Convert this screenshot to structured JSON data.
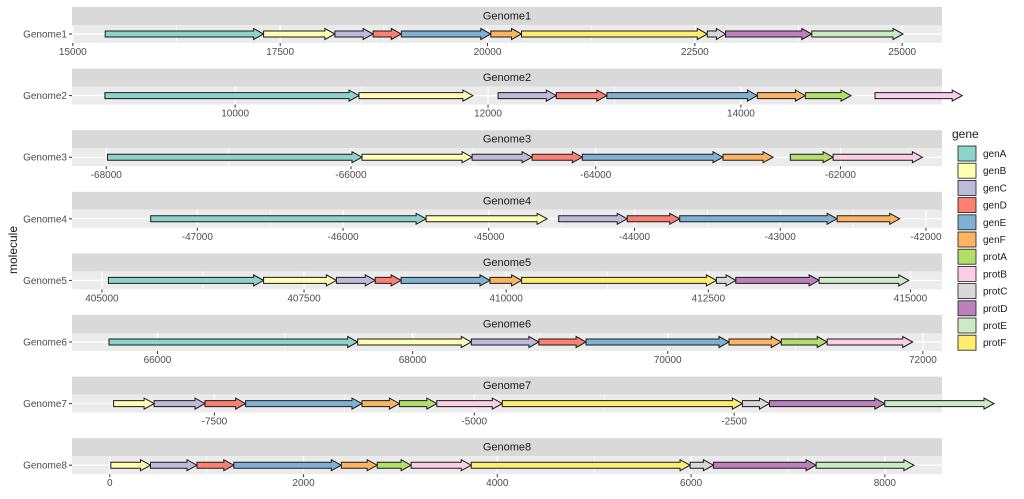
{
  "chart_data": {
    "type": "gene-arrow-map",
    "ylabel": "molecule",
    "legend_title": "gene",
    "legend_position": "right",
    "grid": true,
    "genes": [
      {
        "name": "genA",
        "color": "#8DD3C7"
      },
      {
        "name": "genB",
        "color": "#FFFFB3"
      },
      {
        "name": "genC",
        "color": "#BEBADA"
      },
      {
        "name": "genD",
        "color": "#FB8072"
      },
      {
        "name": "genE",
        "color": "#80B1D3"
      },
      {
        "name": "genF",
        "color": "#FDB462"
      },
      {
        "name": "protA",
        "color": "#B3DE69"
      },
      {
        "name": "protB",
        "color": "#FCCDE5"
      },
      {
        "name": "protC",
        "color": "#D9D9D9"
      },
      {
        "name": "protD",
        "color": "#BC80BD"
      },
      {
        "name": "protE",
        "color": "#CCEBC5"
      },
      {
        "name": "protF",
        "color": "#FFED6F"
      }
    ],
    "panels": [
      {
        "molecule": "Genome1",
        "xlim": [
          14990,
          25480
        ],
        "ticks": [
          15000,
          17500,
          20000,
          22500,
          25000
        ],
        "tick_labels": [
          "15000",
          "17500",
          "20000",
          "22500",
          "25000"
        ],
        "genes": [
          {
            "gene": "genA",
            "start": 15390,
            "end": 17300
          },
          {
            "gene": "genB",
            "start": 17300,
            "end": 18160
          },
          {
            "gene": "genC",
            "start": 18160,
            "end": 18620
          },
          {
            "gene": "genD",
            "start": 18620,
            "end": 18960
          },
          {
            "gene": "genE",
            "start": 18960,
            "end": 20040
          },
          {
            "gene": "genF",
            "start": 20040,
            "end": 20410
          },
          {
            "gene": "protF",
            "start": 20410,
            "end": 22650
          },
          {
            "gene": "protC",
            "start": 22650,
            "end": 22870
          },
          {
            "gene": "protD",
            "start": 22870,
            "end": 23910
          },
          {
            "gene": "protE",
            "start": 23910,
            "end": 25010
          }
        ]
      },
      {
        "molecule": "Genome2",
        "xlim": [
          8710,
          15590
        ],
        "ticks": [
          10000,
          12000,
          14000
        ],
        "tick_labels": [
          "10000",
          "12000",
          "14000"
        ],
        "genes": [
          {
            "gene": "genA",
            "start": 8970,
            "end": 10980
          },
          {
            "gene": "genB",
            "start": 10980,
            "end": 11880
          },
          {
            "gene": "genC",
            "start": 12080,
            "end": 12540
          },
          {
            "gene": "genD",
            "start": 12540,
            "end": 12940
          },
          {
            "gene": "genE",
            "start": 12940,
            "end": 14130
          },
          {
            "gene": "genF",
            "start": 14130,
            "end": 14510
          },
          {
            "gene": "protA",
            "start": 14510,
            "end": 14870
          },
          {
            "gene": "protB",
            "start": 15060,
            "end": 15750
          }
        ]
      },
      {
        "molecule": "Genome3",
        "xlim": [
          -68280,
          -61170
        ],
        "ticks": [
          -68000,
          -66000,
          -64000,
          -62000
        ],
        "tick_labels": [
          "-68000",
          "-66000",
          "-64000",
          "-62000"
        ],
        "genes": [
          {
            "gene": "genA",
            "start": -67990,
            "end": -65910
          },
          {
            "gene": "genB",
            "start": -65910,
            "end": -65010
          },
          {
            "gene": "genC",
            "start": -65010,
            "end": -64520
          },
          {
            "gene": "genD",
            "start": -64520,
            "end": -64110
          },
          {
            "gene": "genE",
            "start": -64110,
            "end": -62960
          },
          {
            "gene": "genF",
            "start": -62960,
            "end": -62550
          },
          {
            "gene": "protA",
            "start": -62410,
            "end": -62060
          },
          {
            "gene": "protB",
            "start": -62060,
            "end": -61330
          }
        ]
      },
      {
        "molecule": "Genome4",
        "xlim": [
          -47860,
          -41890
        ],
        "ticks": [
          -47000,
          -46000,
          -45000,
          -44000,
          -43000,
          -42000
        ],
        "tick_labels": [
          "-47000",
          "-46000",
          "-45000",
          "-44000",
          "-43000",
          "-42000"
        ],
        "genes": [
          {
            "gene": "genA",
            "start": -47320,
            "end": -45430
          },
          {
            "gene": "genB",
            "start": -45430,
            "end": -44600
          },
          {
            "gene": "genC",
            "start": -44520,
            "end": -44050
          },
          {
            "gene": "genD",
            "start": -44050,
            "end": -43690
          },
          {
            "gene": "genE",
            "start": -43690,
            "end": -42610
          },
          {
            "gene": "genF",
            "start": -42610,
            "end": -42180
          }
        ]
      },
      {
        "molecule": "Genome5",
        "xlim": [
          404630,
          415390
        ],
        "ticks": [
          405000,
          407500,
          410000,
          412500,
          415000
        ],
        "tick_labels": [
          "405000",
          "407500",
          "410000",
          "412500",
          "415000"
        ],
        "genes": [
          {
            "gene": "genA",
            "start": 405080,
            "end": 407000
          },
          {
            "gene": "genB",
            "start": 407000,
            "end": 407900
          },
          {
            "gene": "genC",
            "start": 407900,
            "end": 408380
          },
          {
            "gene": "genD",
            "start": 408380,
            "end": 408700
          },
          {
            "gene": "genE",
            "start": 408700,
            "end": 409800
          },
          {
            "gene": "genF",
            "start": 409800,
            "end": 410190
          },
          {
            "gene": "protF",
            "start": 410190,
            "end": 412600
          },
          {
            "gene": "protC",
            "start": 412600,
            "end": 412840
          },
          {
            "gene": "protD",
            "start": 412840,
            "end": 413870
          },
          {
            "gene": "protE",
            "start": 413870,
            "end": 414980
          }
        ]
      },
      {
        "molecule": "Genome6",
        "xlim": [
          65330,
          72150
        ],
        "ticks": [
          66000,
          68000,
          70000,
          72000
        ],
        "tick_labels": [
          "66000",
          "68000",
          "70000",
          "72000"
        ],
        "genes": [
          {
            "gene": "genA",
            "start": 65620,
            "end": 67570
          },
          {
            "gene": "genB",
            "start": 67570,
            "end": 68460
          },
          {
            "gene": "genC",
            "start": 68460,
            "end": 68990
          },
          {
            "gene": "genD",
            "start": 68990,
            "end": 69360
          },
          {
            "gene": "genE",
            "start": 69360,
            "end": 70480
          },
          {
            "gene": "genF",
            "start": 70480,
            "end": 70890
          },
          {
            "gene": "protA",
            "start": 70890,
            "end": 71250
          },
          {
            "gene": "protB",
            "start": 71250,
            "end": 71920
          }
        ]
      },
      {
        "molecule": "Genome7",
        "xlim": [
          -8870,
          -500
        ],
        "ticks": [
          -7500,
          -5000,
          -2500
        ],
        "tick_labels": [
          "-7500",
          "-5000",
          "-2500"
        ],
        "genes": [
          {
            "gene": "genB",
            "start": -8470,
            "end": -8080
          },
          {
            "gene": "genC",
            "start": -8080,
            "end": -7590
          },
          {
            "gene": "genD",
            "start": -7590,
            "end": -7200
          },
          {
            "gene": "genE",
            "start": -7200,
            "end": -6080
          },
          {
            "gene": "genF",
            "start": -6080,
            "end": -5720
          },
          {
            "gene": "protA",
            "start": -5720,
            "end": -5360
          },
          {
            "gene": "protB",
            "start": -5360,
            "end": -4730
          },
          {
            "gene": "protF",
            "start": -4730,
            "end": -2420
          },
          {
            "gene": "protC",
            "start": -2420,
            "end": -2160
          },
          {
            "gene": "protD",
            "start": -2160,
            "end": -1050
          },
          {
            "gene": "protE",
            "start": -1050,
            "end": 0
          }
        ]
      },
      {
        "molecule": "Genome8",
        "xlim": [
          -390,
          8590
        ],
        "ticks": [
          0,
          2000,
          4000,
          6000,
          8000
        ],
        "tick_labels": [
          "0",
          "2000",
          "4000",
          "6000",
          "8000"
        ],
        "genes": [
          {
            "gene": "genB",
            "start": 10,
            "end": 420
          },
          {
            "gene": "genC",
            "start": 420,
            "end": 900
          },
          {
            "gene": "genD",
            "start": 900,
            "end": 1280
          },
          {
            "gene": "genE",
            "start": 1280,
            "end": 2390
          },
          {
            "gene": "genF",
            "start": 2390,
            "end": 2760
          },
          {
            "gene": "protA",
            "start": 2760,
            "end": 3110
          },
          {
            "gene": "protB",
            "start": 3110,
            "end": 3730
          },
          {
            "gene": "protF",
            "start": 3730,
            "end": 5990
          },
          {
            "gene": "protC",
            "start": 5990,
            "end": 6230
          },
          {
            "gene": "protD",
            "start": 6230,
            "end": 7290
          },
          {
            "gene": "protE",
            "start": 7290,
            "end": 8300
          }
        ]
      }
    ]
  }
}
